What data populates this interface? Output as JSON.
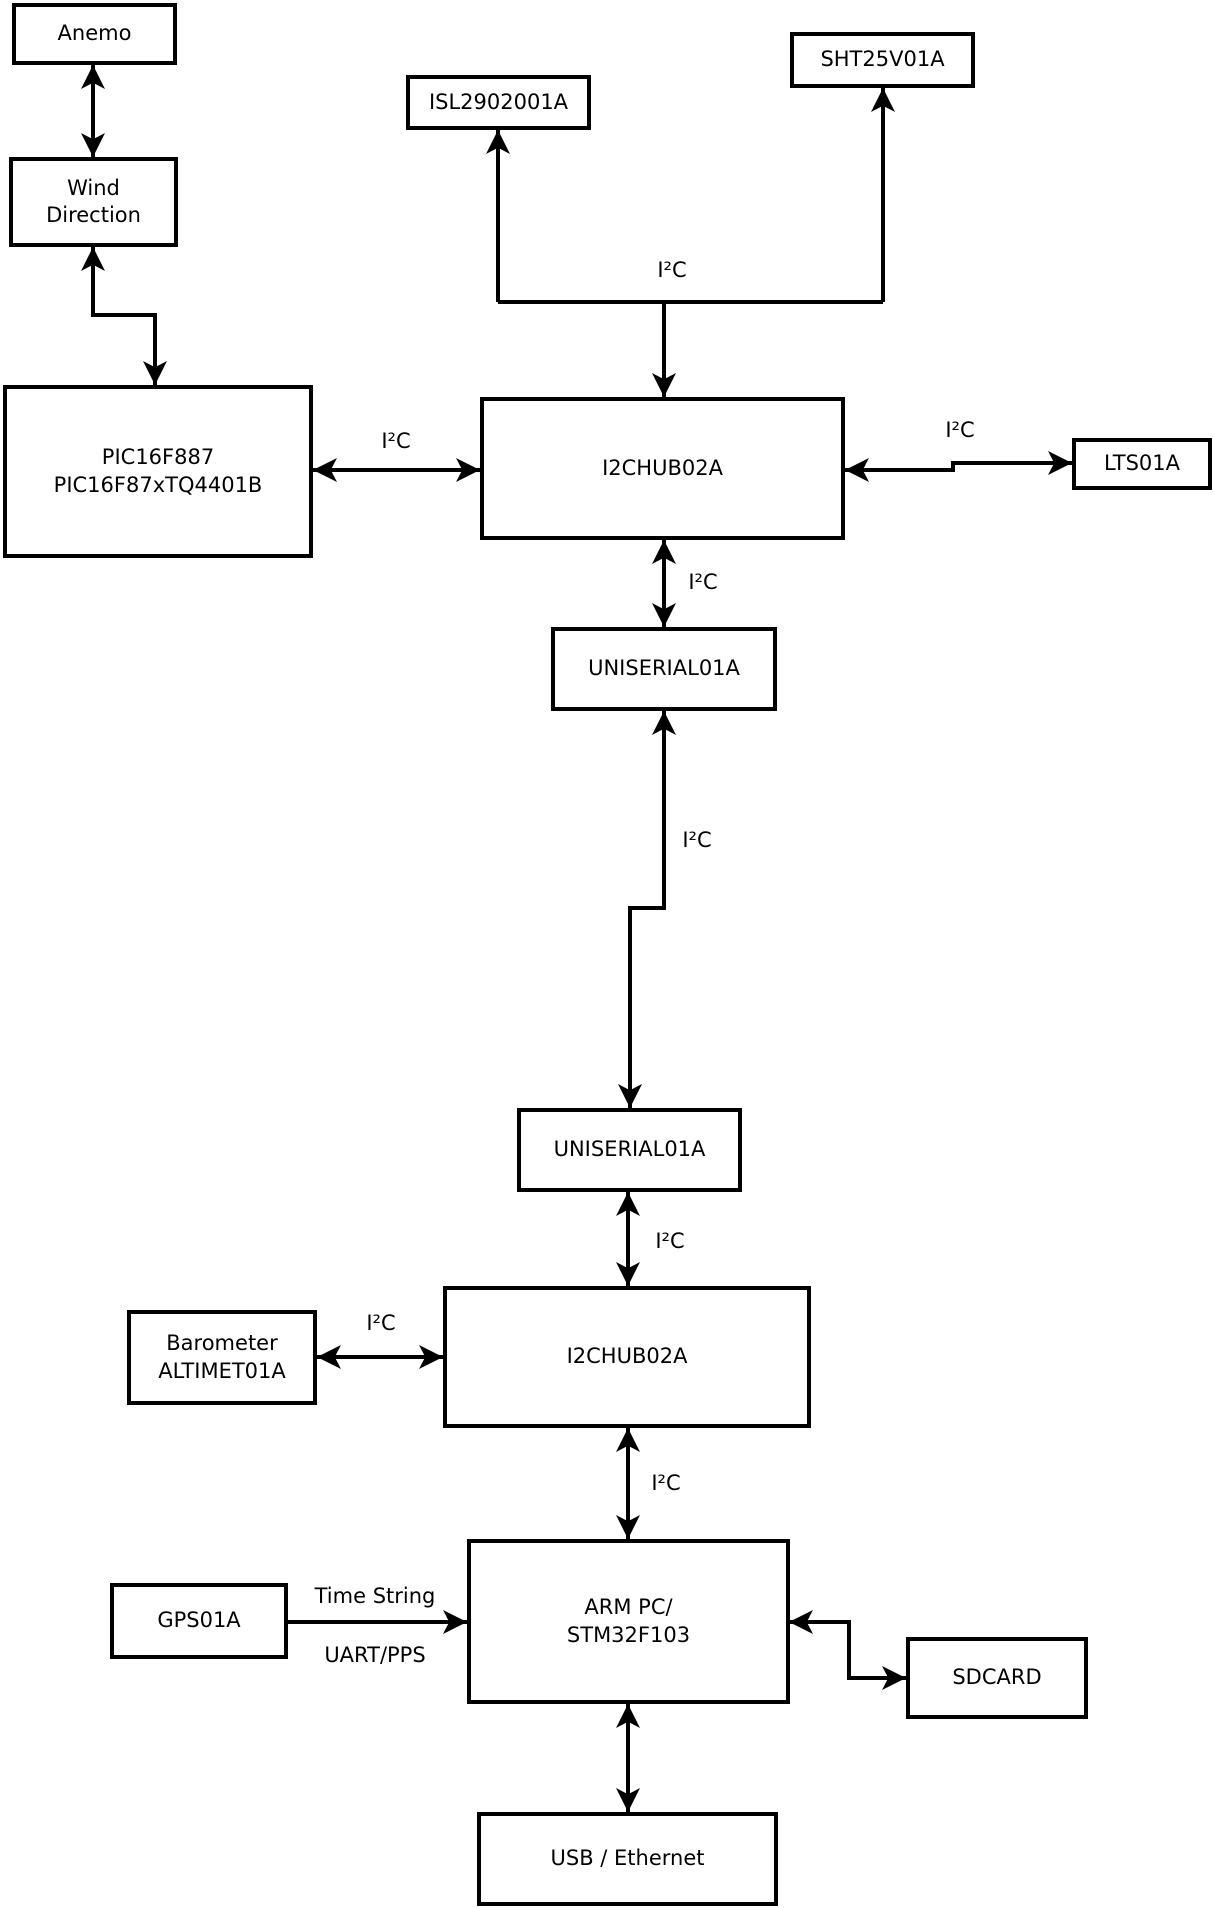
{
  "diagram": {
    "boxes": {
      "anemo": {
        "label": "Anemo"
      },
      "wind_direction": {
        "line1": "Wind",
        "line2": "Direction"
      },
      "pic": {
        "line1": "PIC16F887",
        "line2": "PIC16F87xTQ4401B"
      },
      "isl": {
        "label": "ISL2902001A"
      },
      "sht": {
        "label": "SHT25V01A"
      },
      "hub_top": {
        "label": "I2CHUB02A"
      },
      "lts": {
        "label": "LTS01A"
      },
      "uniserial_top": {
        "label": "UNISERIAL01A"
      },
      "uniserial_bottom": {
        "label": "UNISERIAL01A"
      },
      "hub_bottom": {
        "label": "I2CHUB02A"
      },
      "barometer": {
        "line1": "Barometer",
        "line2": "ALTIMET01A"
      },
      "gps": {
        "label": "GPS01A"
      },
      "arm": {
        "line1": "ARM PC/",
        "line2": "STM32F103"
      },
      "sdcard": {
        "label": "SDCARD"
      },
      "usb": {
        "label": "USB / Ethernet"
      }
    },
    "labels": {
      "i2c_pic_hub": "I²C",
      "i2c_top_bus": "I²C",
      "i2c_hub_lts": "I²C",
      "i2c_hub_uniserial": "I²C",
      "i2c_uniserial_link": "I²C",
      "i2c_uniserial_hub": "I²C",
      "i2c_baro_hub": "I²C",
      "i2c_hub_arm": "I²C",
      "time_string": "Time String",
      "uart_pps": "UART/PPS"
    },
    "colors": {
      "line": "#000000",
      "background": "#ffffff",
      "box_fill": "#ffffff"
    }
  }
}
